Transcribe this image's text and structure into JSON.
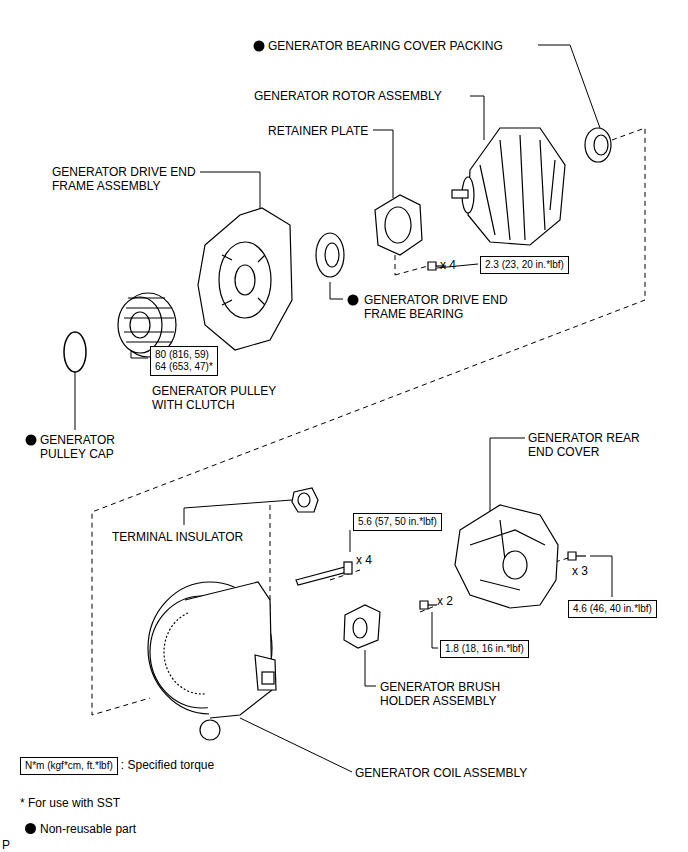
{
  "diagram": {
    "nodes": [
      {
        "text": [
          "2.3 (23, 20 in.*lbf)"
        ]
      },
      {
        "text": [
          "80 (816, 59)",
          "64 (653, 47)*"
        ]
      },
      {
        "text": [
          "5.6 (57, 50 in.*lbf)"
        ]
      },
      {
        "text": [
          "4.6 (46, 40 in.*lbf)"
        ]
      },
      {
        "text": [
          "1.8 (18, 16 in.*lbf)"
        ]
      },
      {
        "text": [
          "N*m (kgf*cm, ft.*lbf)",
          ": Specified torque"
        ]
      }
    ],
    "labels": [
      "GENERATOR BEARING COVER PACKING",
      "GENERATOR ROTOR ASSEMBLY",
      "RETAINER PLATE",
      "GENERATOR DRIVE END FRAME ASSEMBLY",
      "x 4",
      "GENERATOR DRIVE END FRAME BEARING",
      "GENERATOR PULLEY WITH CLUTCH",
      "GENERATOR PULLEY CAP",
      "GENERATOR REAR END COVER",
      "TERMINAL INSULATOR",
      "x 4",
      "x 3",
      "x 2",
      "GENERATOR BRUSH HOLDER ASSEMBLY",
      "GENERATOR COIL ASSEMBLY",
      "* For use with SST",
      "P"
    ],
    "legend": [
      {
        "text": "Non-reusable part"
      }
    ]
  }
}
